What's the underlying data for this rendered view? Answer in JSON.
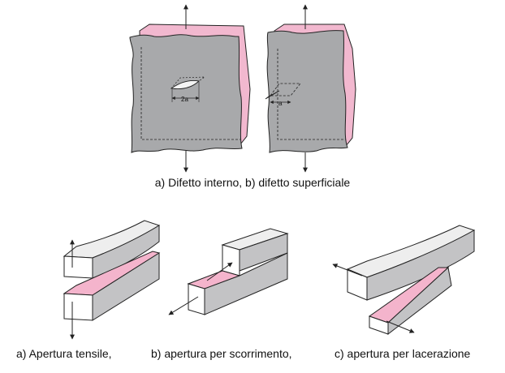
{
  "top": {
    "caption": "a) Difetto interno, b) difetto superficiale",
    "label_internal": "2a",
    "label_surface": "a"
  },
  "modes": {
    "tensile": "a) Apertura tensile,",
    "sliding": "b) apertura per scorrimento,",
    "tearing": "c) apertura per lacerazione"
  },
  "colors": {
    "face": "#c3c3c5",
    "front_face": "#a9aaac",
    "edge": "#f2b8cf",
    "crack": "#f4b4cc",
    "line": "#222222"
  }
}
